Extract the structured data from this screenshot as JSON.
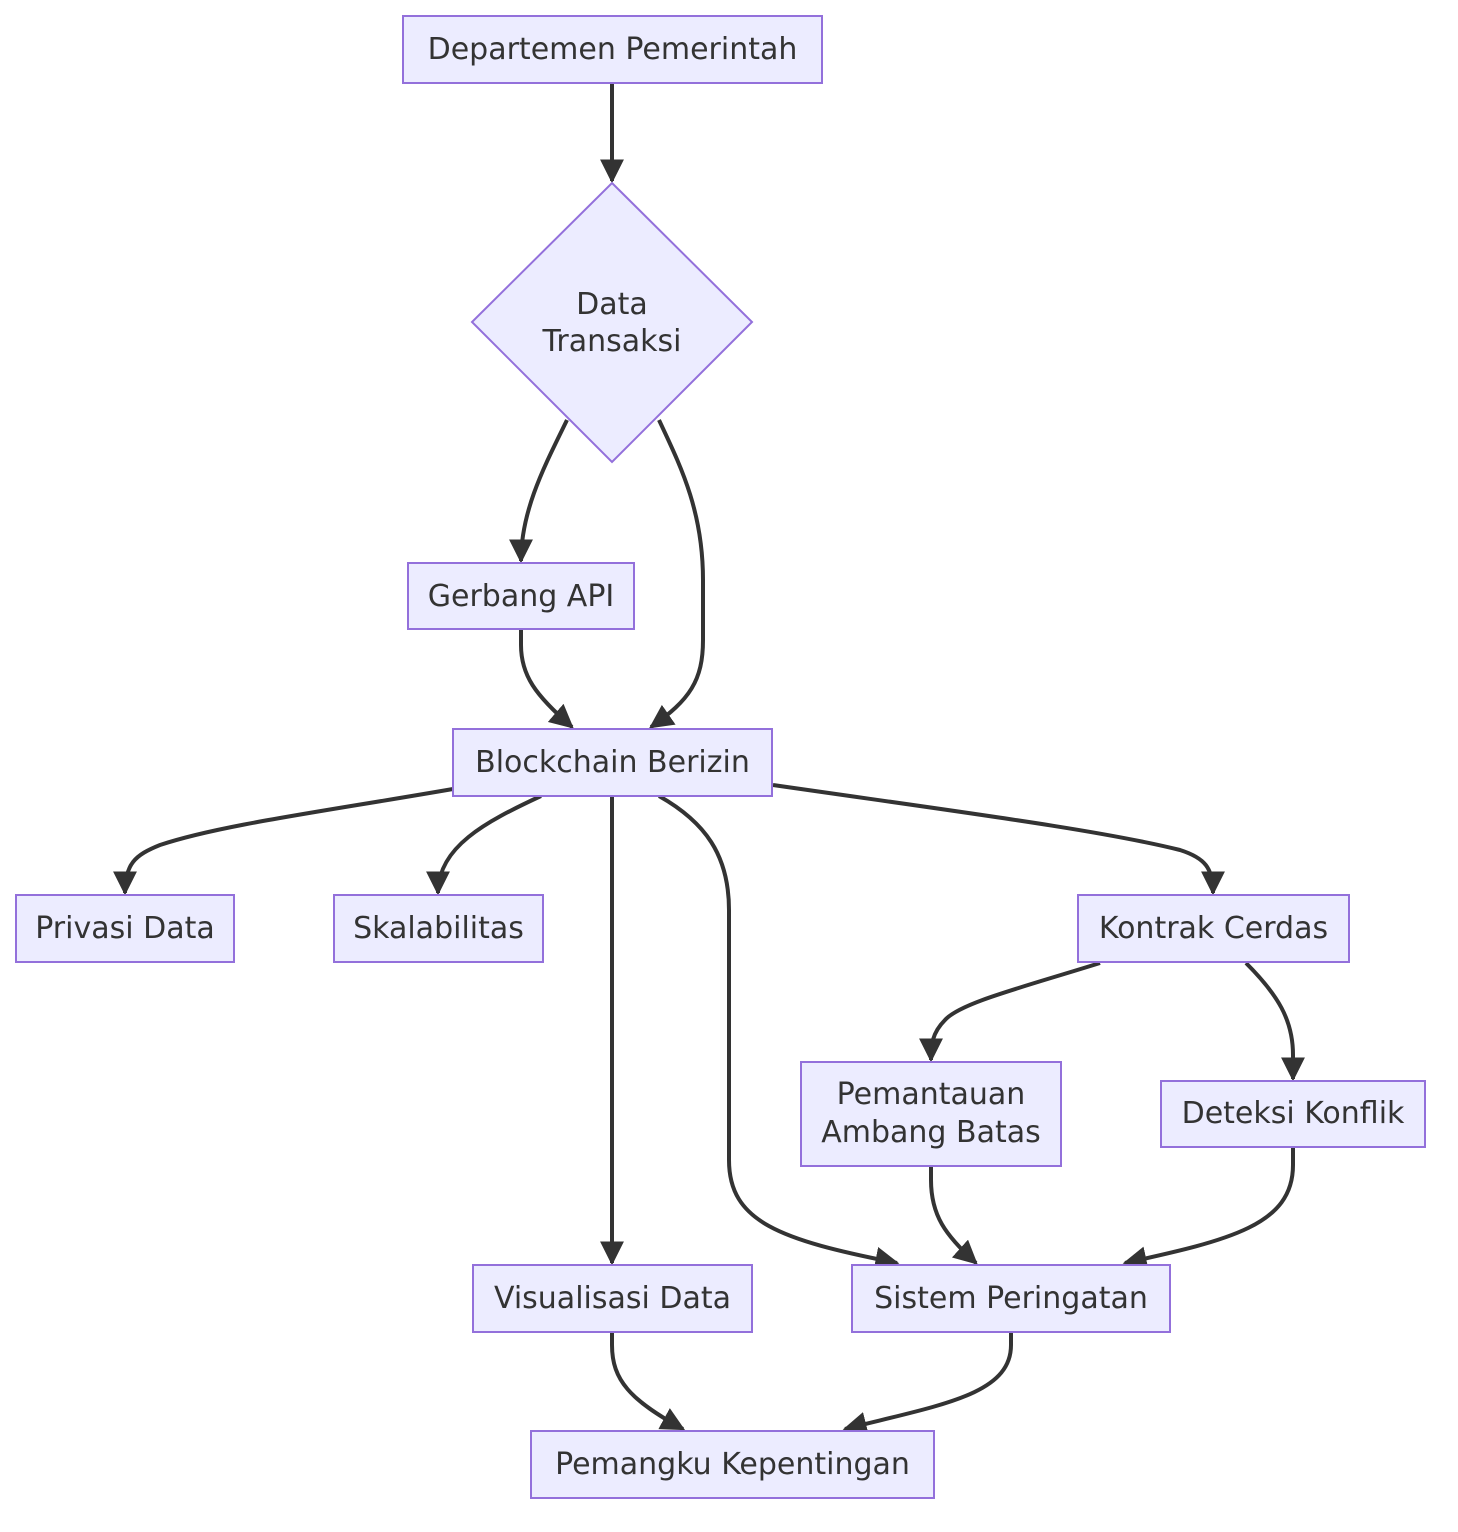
{
  "colors": {
    "node_fill": "#ececff",
    "node_stroke": "#9370db",
    "edge": "#333333",
    "text": "#333333",
    "background": "#ffffff"
  },
  "nodes": {
    "departemen": "Departemen Pemerintah",
    "data_transaksi": [
      "Data",
      "Transaksi"
    ],
    "gerbang_api": "Gerbang API",
    "blockchain": "Blockchain Berizin",
    "privasi": "Privasi Data",
    "skalabilitas": "Skalabilitas",
    "kontrak": "Kontrak Cerdas",
    "pemantauan": [
      "Pemantauan",
      "Ambang Batas"
    ],
    "deteksi": "Deteksi Konflik",
    "visualisasi": "Visualisasi Data",
    "sistem": "Sistem Peringatan",
    "pemangku": "Pemangku Kepentingan"
  },
  "edges": [
    {
      "from": "departemen",
      "to": "data_transaksi"
    },
    {
      "from": "data_transaksi",
      "to": "gerbang_api"
    },
    {
      "from": "data_transaksi",
      "to": "blockchain"
    },
    {
      "from": "gerbang_api",
      "to": "blockchain"
    },
    {
      "from": "blockchain",
      "to": "privasi"
    },
    {
      "from": "blockchain",
      "to": "skalabilitas"
    },
    {
      "from": "blockchain",
      "to": "visualisasi"
    },
    {
      "from": "blockchain",
      "to": "sistem"
    },
    {
      "from": "blockchain",
      "to": "kontrak"
    },
    {
      "from": "kontrak",
      "to": "pemantauan"
    },
    {
      "from": "kontrak",
      "to": "deteksi"
    },
    {
      "from": "pemantauan",
      "to": "sistem"
    },
    {
      "from": "deteksi",
      "to": "sistem"
    },
    {
      "from": "visualisasi",
      "to": "pemangku"
    },
    {
      "from": "sistem",
      "to": "pemangku"
    }
  ]
}
